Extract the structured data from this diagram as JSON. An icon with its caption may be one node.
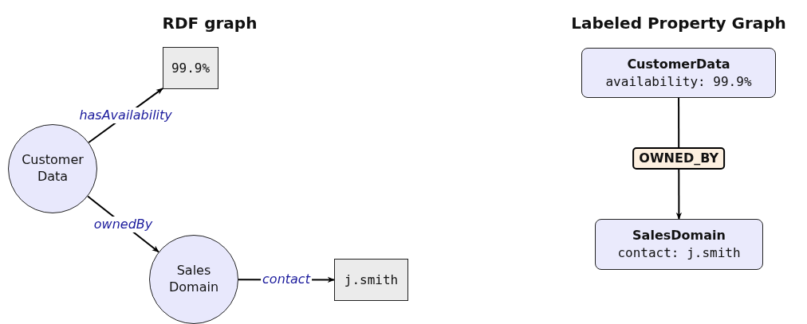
{
  "diagram": {
    "nodes": [
      {
        "text": [
          "Customer Data"
        ]
      },
      {
        "text": [
          "99.9%"
        ]
      },
      {
        "text": [
          "Sales Domain"
        ]
      },
      {
        "text": [
          "j.smith"
        ]
      },
      {
        "text": [
          "CustomerData",
          "availability: 99.9%"
        ]
      },
      {
        "text": [
          "SalesDomain",
          "contact: j.smith"
        ]
      }
    ],
    "edges": [
      {
        "from": 0,
        "to": 1,
        "arrow": "to",
        "label": "hasAvailability"
      },
      {
        "from": 0,
        "to": 2,
        "arrow": "to",
        "label": "ownedBy"
      },
      {
        "from": 2,
        "to": 3,
        "arrow": "to",
        "label": "contact"
      },
      {
        "from": 4,
        "to": 5,
        "arrow": "to",
        "label": "OWNED_BY"
      }
    ],
    "labels": [
      "RDF graph",
      "Labeled Property Graph"
    ]
  }
}
